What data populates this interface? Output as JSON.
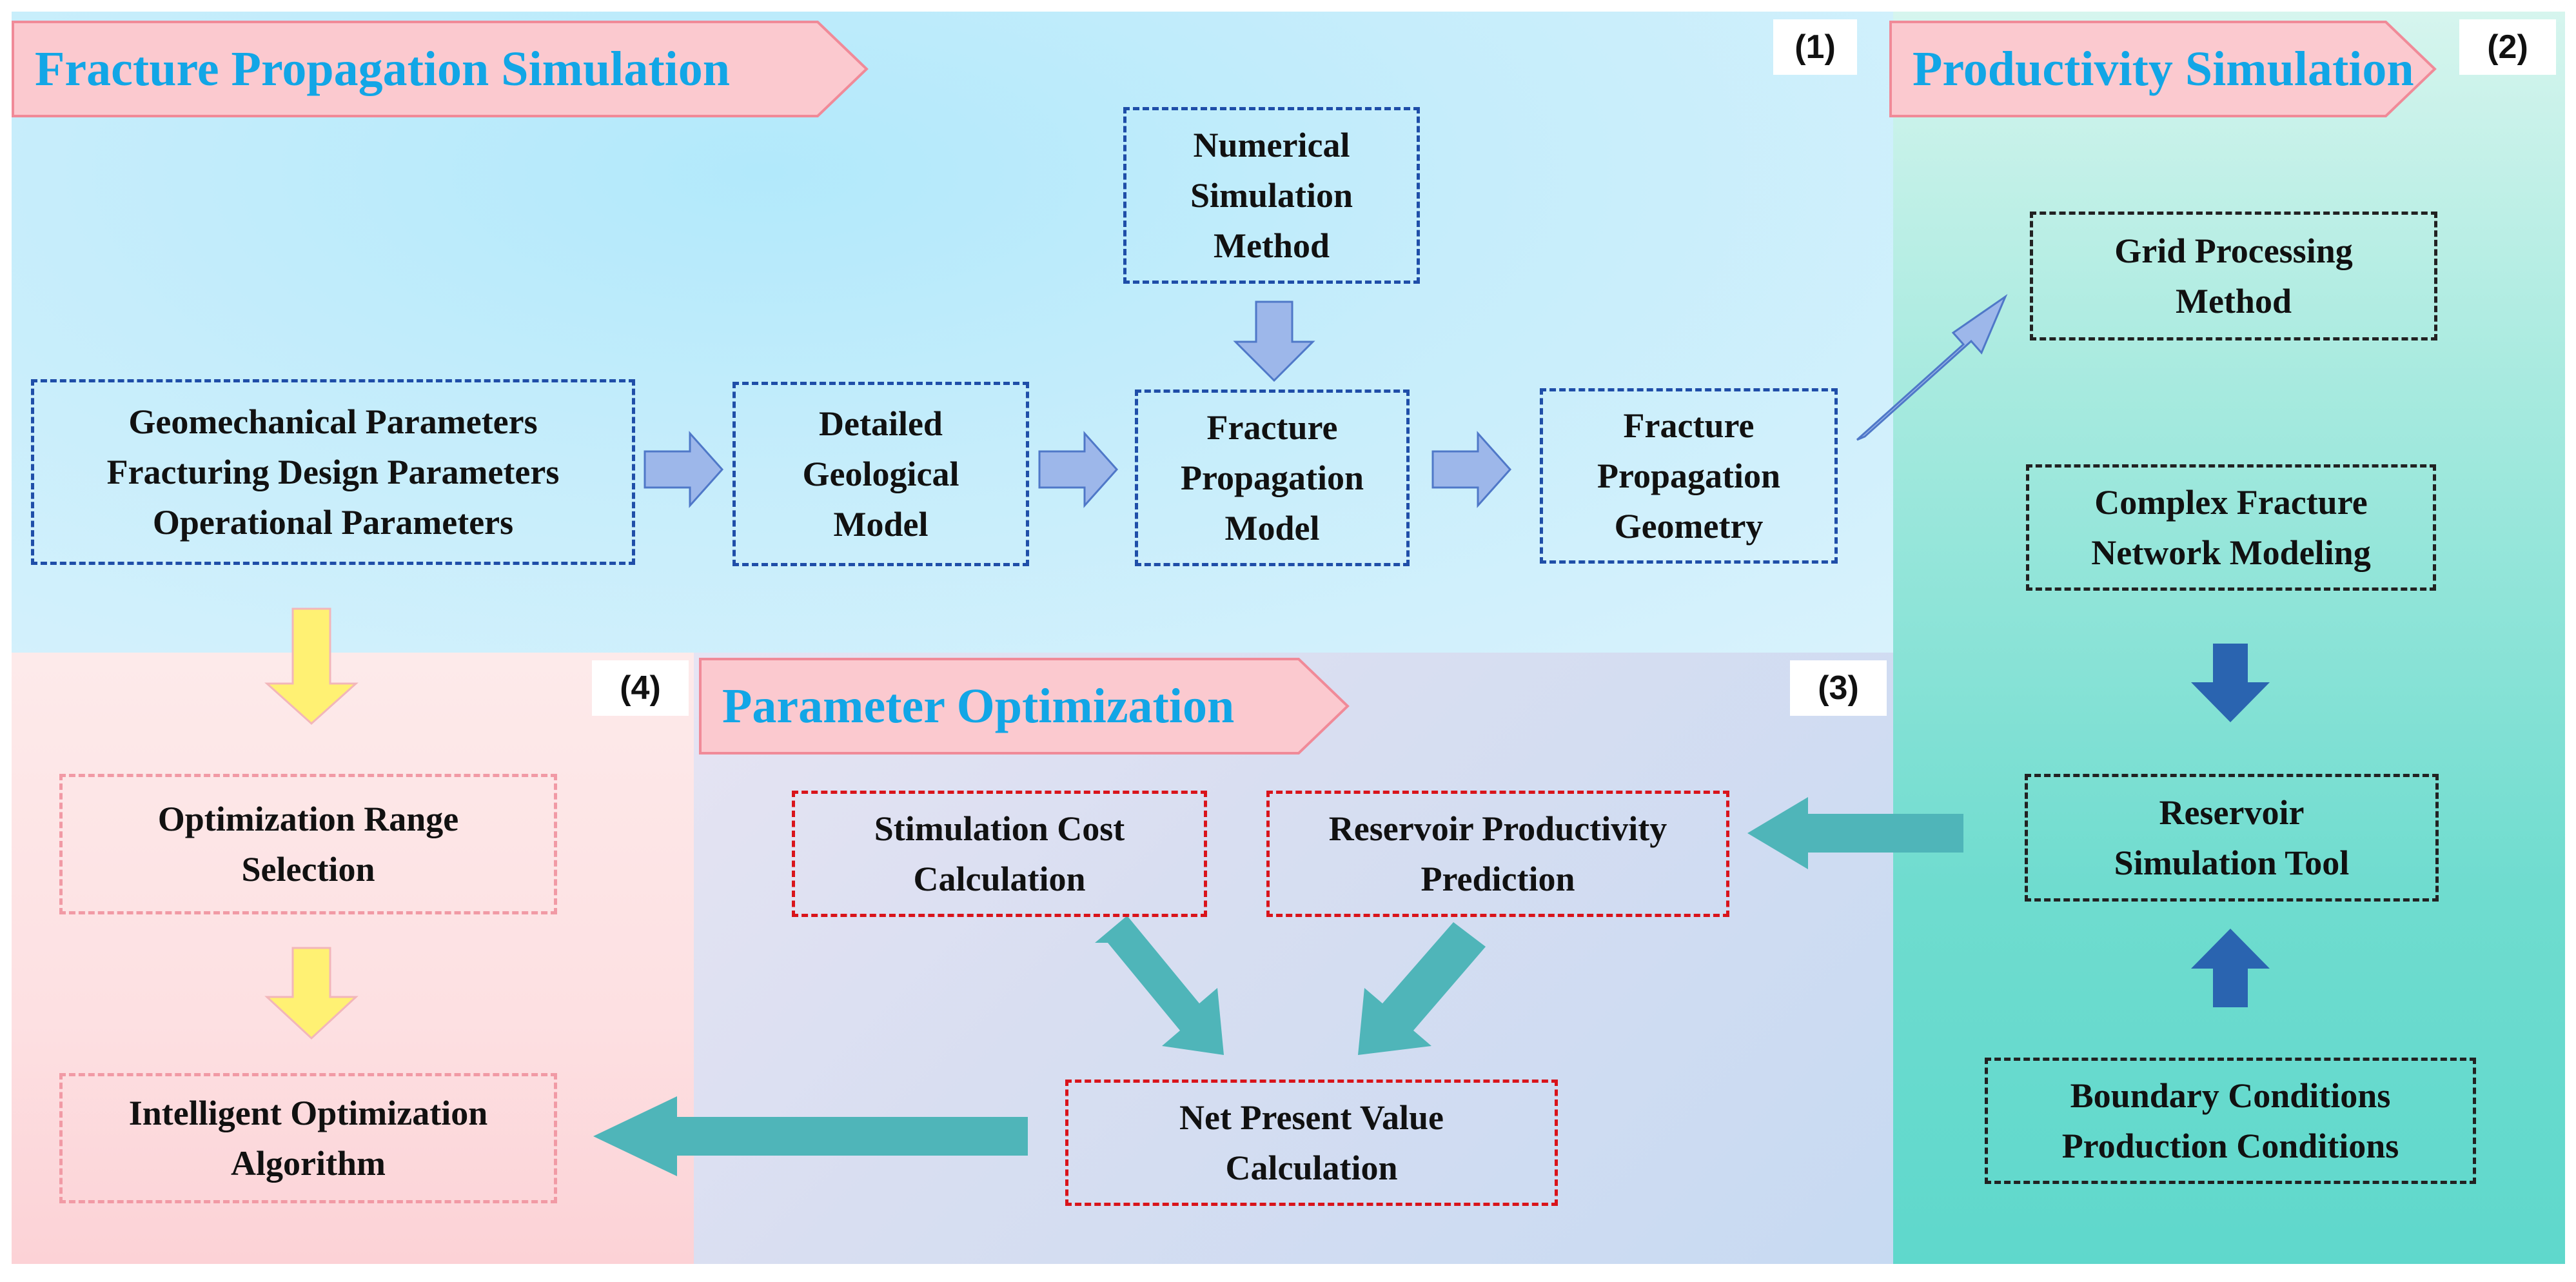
{
  "panels": {
    "fracture": {
      "title": "Fracture Propagation Simulation",
      "number": "(1)",
      "inputs": [
        "Geomechanical Parameters",
        "Fracturing Design Parameters",
        "Operational Parameters"
      ],
      "geological_model": [
        "Detailed",
        "Geological",
        "Model"
      ],
      "numerical_method": [
        "Numerical",
        "Simulation",
        "Method"
      ],
      "propagation_model": [
        "Fracture",
        "Propagation",
        "Model"
      ],
      "propagation_geometry": [
        "Fracture",
        "Propagation",
        "Geometry"
      ]
    },
    "productivity": {
      "title": "Productivity Simulation",
      "number": "(2)",
      "grid": [
        "Grid Processing",
        "Method"
      ],
      "network": [
        "Complex Fracture",
        "Network Modeling"
      ],
      "tool": [
        "Reservoir",
        "Simulation Tool"
      ],
      "conditions": [
        "Boundary Conditions",
        "Production Conditions"
      ]
    },
    "parameter": {
      "title": "Parameter Optimization",
      "number": "(3)",
      "cost": [
        "Stimulation Cost",
        "Calculation"
      ],
      "productivity": [
        "Reservoir Productivity",
        "Prediction"
      ],
      "npv": [
        "Net Present Value",
        "Calculation"
      ]
    },
    "optimization": {
      "number": "(4)",
      "range": [
        "Optimization Range",
        "Selection"
      ],
      "algorithm": [
        "Intelligent Optimization",
        "Algorithm"
      ]
    }
  },
  "colors": {
    "title_text": "#12a6e6",
    "banner_fill": "#fbc9cf",
    "blue_border": "#1f4ea8",
    "red_border": "#d9141b",
    "pink_border": "#f19aa5",
    "arrow_light_blue": "#9db7ea",
    "arrow_teal": "#4fb5b9",
    "arrow_dark_blue": "#2a64b0",
    "arrow_yellow": "#fff173"
  }
}
